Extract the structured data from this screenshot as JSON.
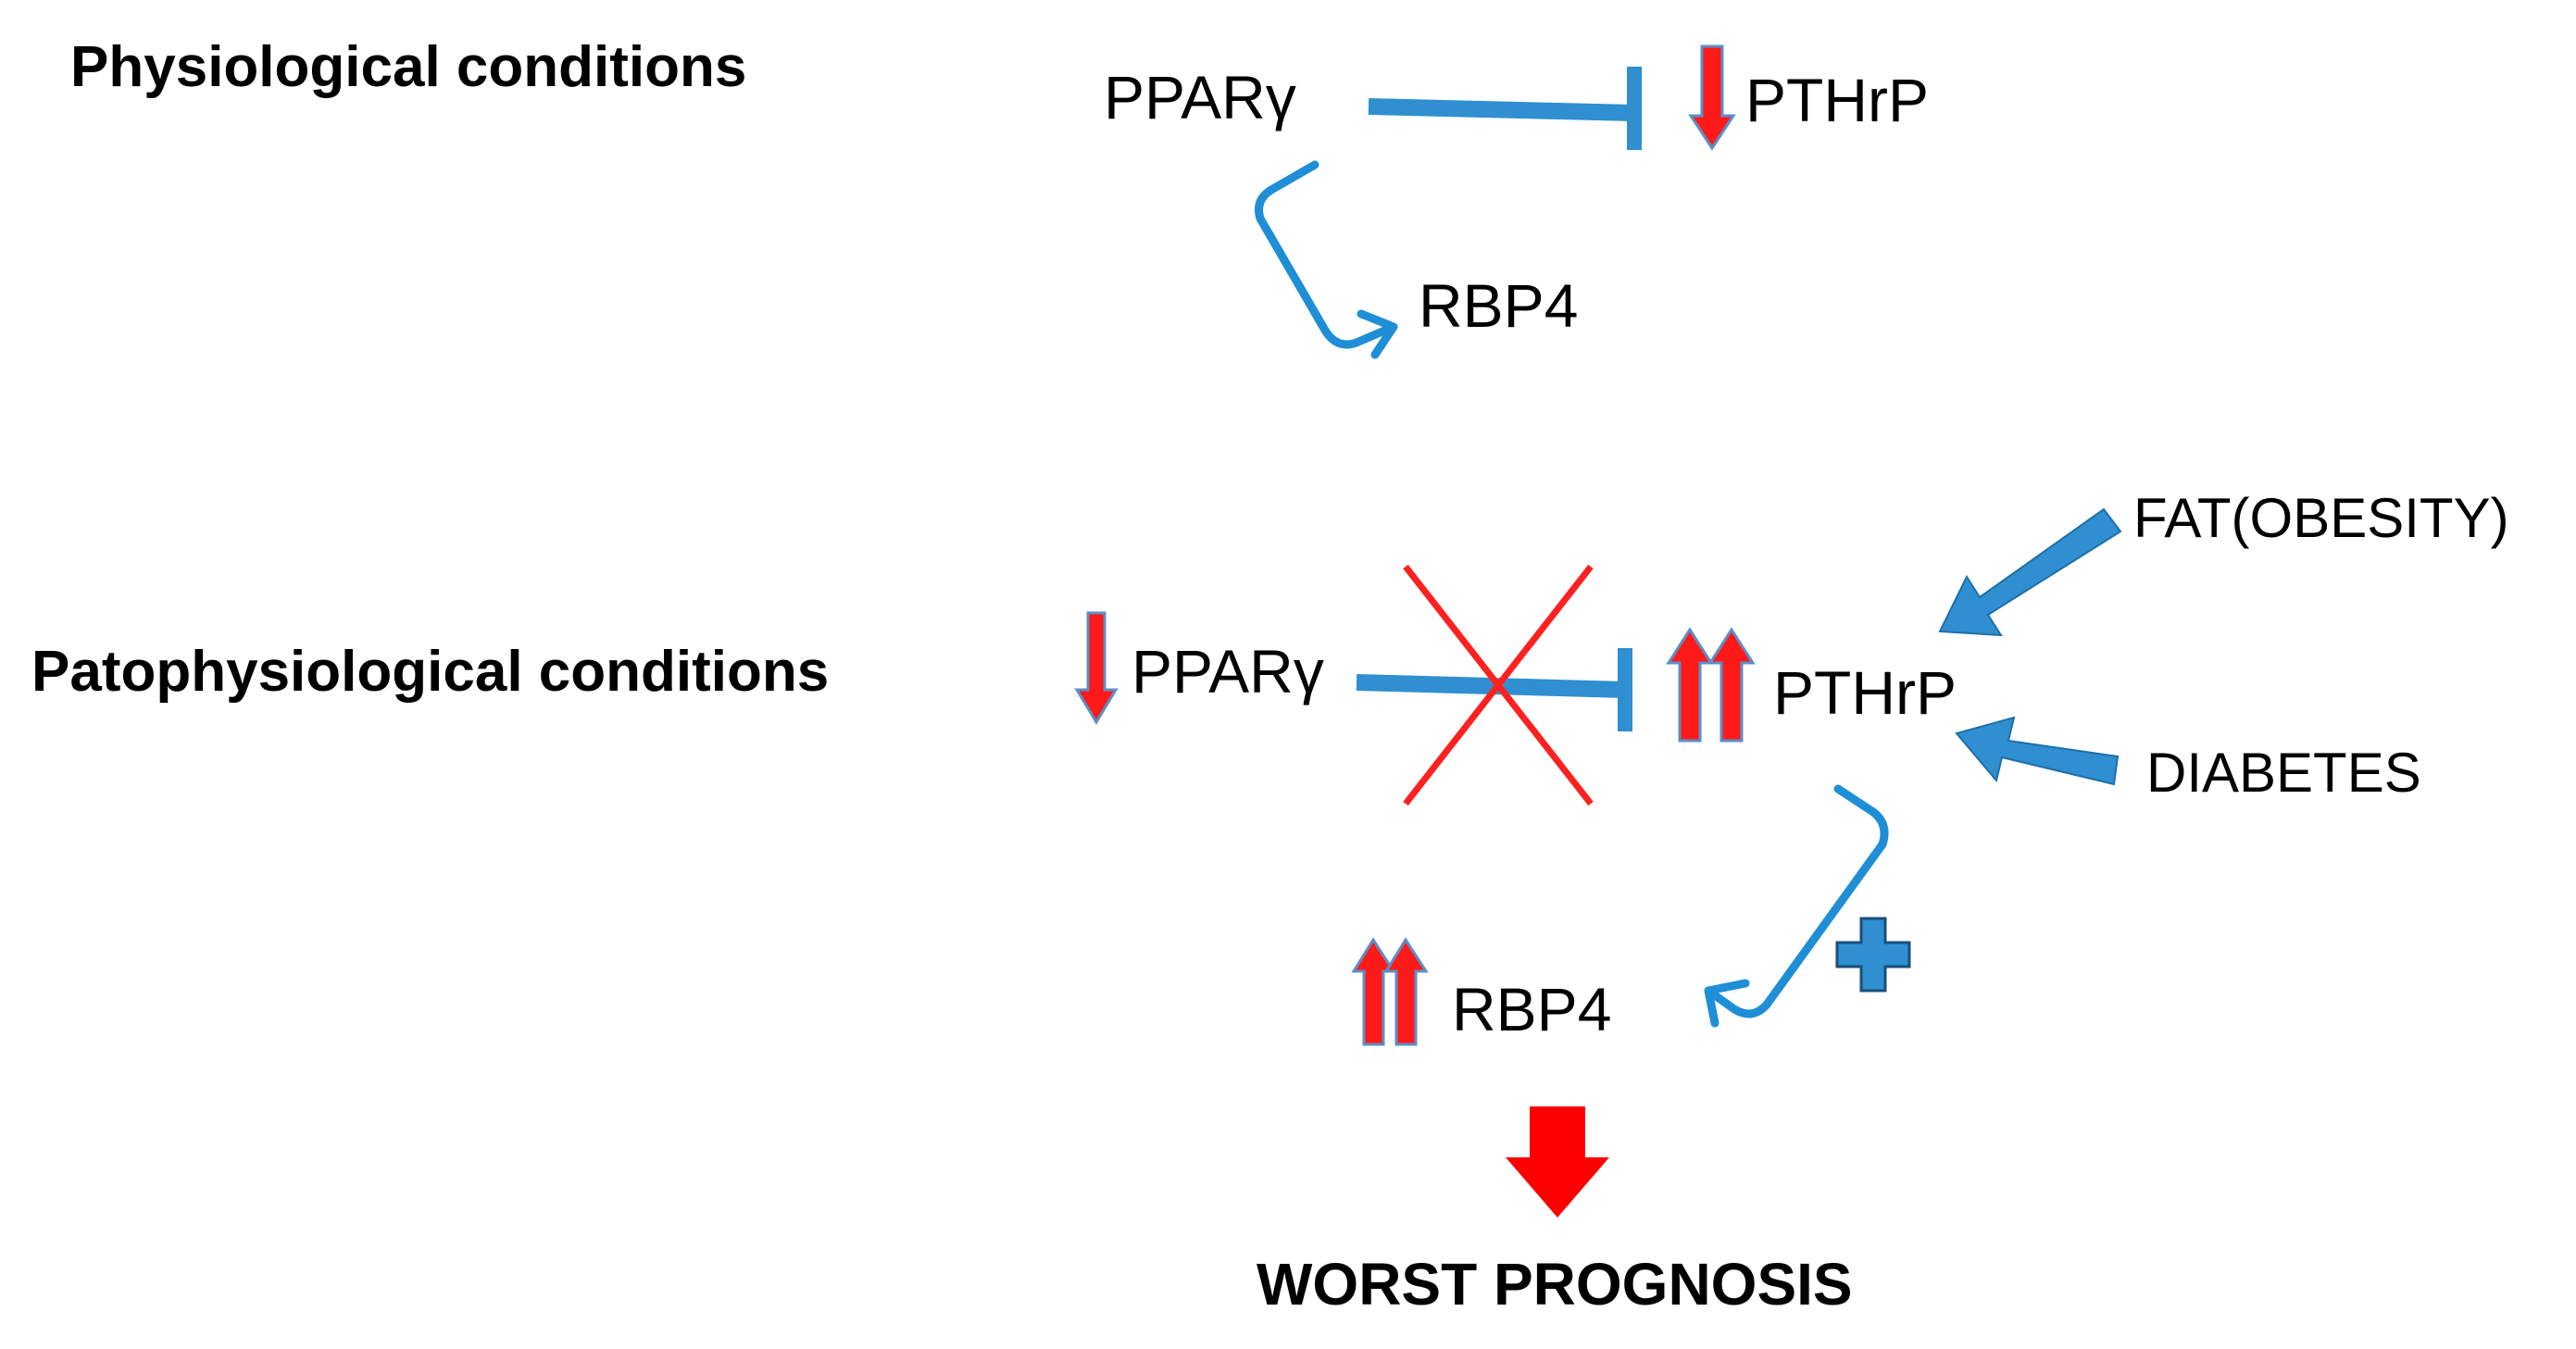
{
  "sections": {
    "physiological": "Physiological conditions",
    "pathophysiological": "Patophysiological conditions"
  },
  "physiological": {
    "ppar": "PPARγ",
    "pthrp": "PTHrP",
    "rbp4": "RBP4"
  },
  "pathophysiological": {
    "ppar": "PPARγ",
    "pthrp": "PTHrP",
    "rbp4": "RBP4",
    "fat": "FAT(OBESITY)",
    "diabetes": "DIABETES",
    "outcome": "WORST PROGNOSIS"
  },
  "colors": {
    "pathway_blue": "#1e8fd6",
    "block_blue": "#2f8fd0",
    "regulation_red": "#ff1a1a",
    "arrow_outline": "#5b8fc8",
    "cross_red": "#ff2020"
  }
}
